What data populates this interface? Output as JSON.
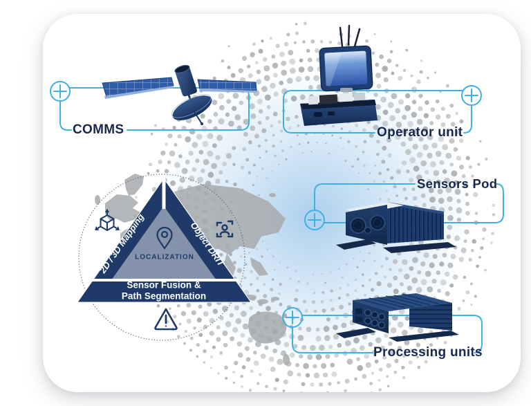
{
  "diagram": {
    "labels": {
      "comms": "COMMS",
      "operator_unit": "Operator unit",
      "sensors_pod": "Sensors Pod",
      "processing_units": "Processing units"
    },
    "triangle": {
      "left_band": "2D / 3D Mapping",
      "right_band": "Object DRIT",
      "center_label": "LOCALIZATION",
      "bottom_band": [
        "Sensor Fusion &",
        "Path Segmentation"
      ]
    },
    "icons": [
      "plus-node-icon",
      "cube-3d-icon",
      "object-detection-icon",
      "location-pin-icon",
      "warning-icon"
    ],
    "colors": {
      "connector_blue": "#3fb0e4",
      "label_navy": "#17284e",
      "band_navy": "#1f3a68",
      "device_navy": "#1d3c6c",
      "dot_gray": "#b3b6b9",
      "glow_blue": "#a8cdec",
      "map_gray": "#a8abad"
    }
  }
}
